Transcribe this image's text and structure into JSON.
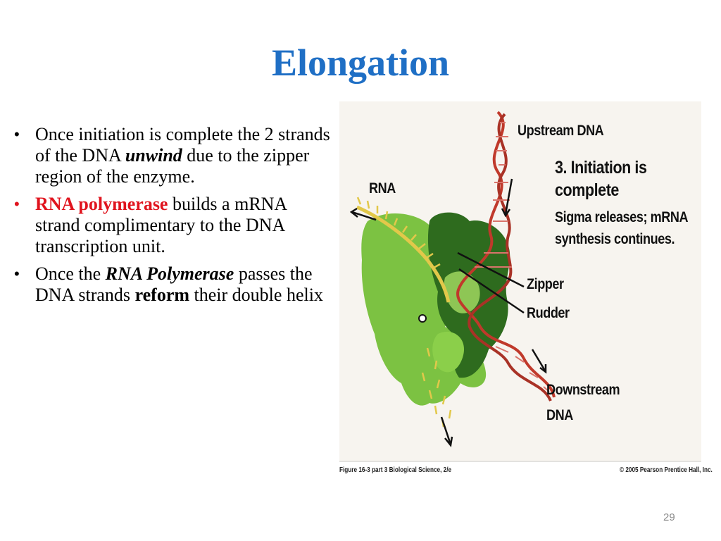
{
  "slide": {
    "title": "Elongation",
    "page_number": "29",
    "bullets": [
      {
        "pre": "Once initiation is complete the 2 strands of the DNA ",
        "em": "unwind",
        "post": " due to the zipper region of the enzyme."
      },
      {
        "lead": "RNA polymerase",
        "rest": " builds a mRNA strand complimentary to the DNA transcription unit."
      },
      {
        "pre": "Once the ",
        "em": "RNA Polymerase",
        "mid": " passes the DNA strands ",
        "bold": "reform",
        "post": " their double helix"
      }
    ]
  },
  "figure": {
    "labels": {
      "upstream": "Upstream DNA",
      "step_title_1": "3. Initiation is",
      "step_title_2": "complete",
      "step_desc_1": "Sigma releases; mRNA",
      "step_desc_2": "synthesis continues.",
      "rna": "RNA",
      "zipper": "Zipper",
      "rudder": "Rudder",
      "downstream_1": "Downstream",
      "downstream_2": "DNA"
    },
    "caption_left": "Figure 16-3 part 3   Biological Science, 2/e",
    "caption_right": "© 2005 Pearson Prentice Hall, Inc.",
    "colors": {
      "dna": "#c0392b",
      "rna": "#e2c84a",
      "enzyme_light": "#7cc242",
      "enzyme_dark": "#2e6b1e"
    }
  }
}
